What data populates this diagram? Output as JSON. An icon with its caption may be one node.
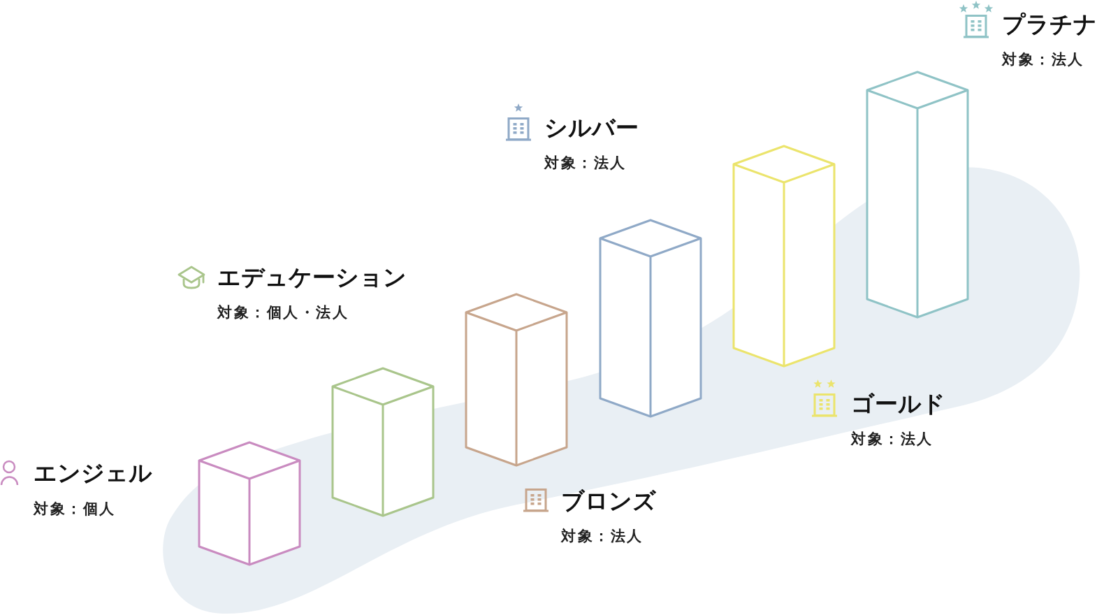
{
  "diagram": {
    "nodes": [
      {
        "text": [],
        "shape": "box",
        "beside": [
          "エンジェル",
          "対象：個人"
        ]
      },
      {
        "text": [],
        "shape": "box",
        "beside": [
          "エデュケーション",
          "対象：個人・法人"
        ]
      },
      {
        "text": [],
        "shape": "box",
        "beside": [
          "ブロンズ",
          "対象：法人"
        ]
      },
      {
        "text": [],
        "shape": "box",
        "beside": [
          "シルバー",
          "対象：法人"
        ]
      },
      {
        "text": [],
        "shape": "box",
        "beside": [
          "ゴールド",
          "対象：法人"
        ]
      },
      {
        "text": [],
        "shape": "box",
        "beside": [
          "プラチナ",
          "対象：法人"
        ]
      }
    ]
  }
}
